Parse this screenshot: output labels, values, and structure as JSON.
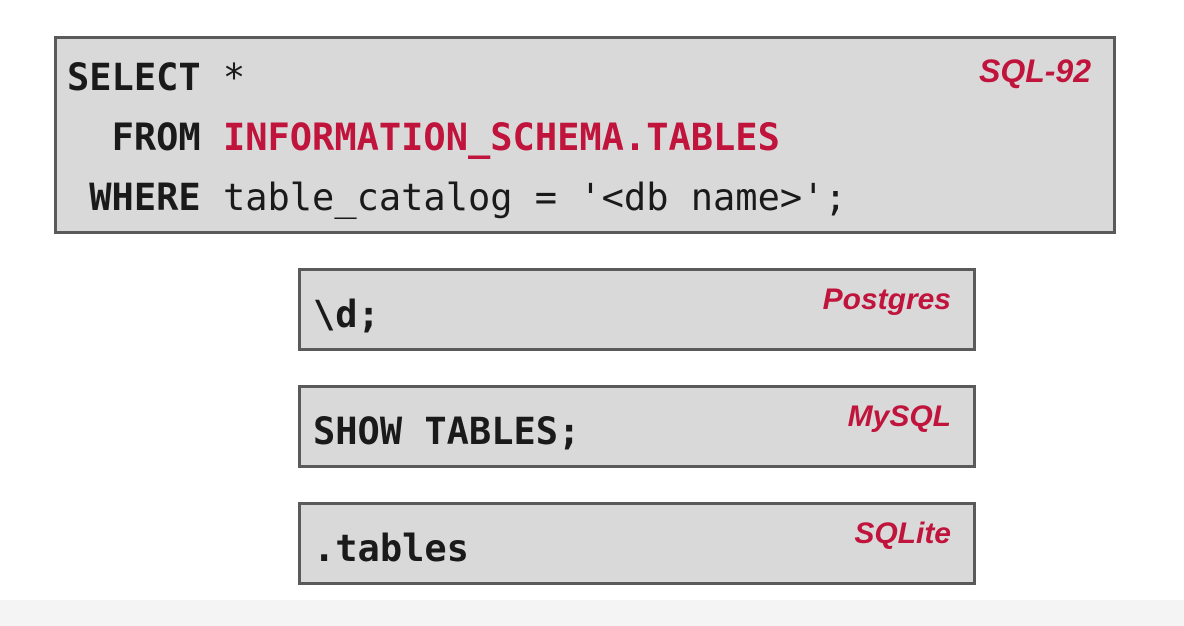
{
  "sql92": {
    "label": "SQL-92",
    "line1_kw": "SELECT",
    "line1_rest": " *",
    "line2_indent": "  ",
    "line2_kw": "FROM",
    "line2_sep": " ",
    "line2_table": "INFORMATION_SCHEMA.TABLES",
    "line3_indent": " ",
    "line3_kw": "WHERE",
    "line3_rest": " table_catalog = '<db name>';"
  },
  "postgres": {
    "label": "Postgres",
    "code": "\\d;"
  },
  "mysql": {
    "label": "MySQL",
    "code": "SHOW TABLES;"
  },
  "sqlite": {
    "label": "SQLite",
    "code": ".tables"
  },
  "colors": {
    "accent": "#c0143c",
    "box_bg": "#d9d9d9",
    "box_border": "#5a5a5a"
  }
}
